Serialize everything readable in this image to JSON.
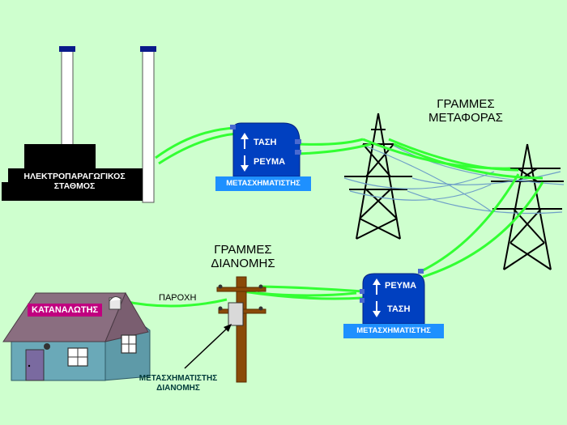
{
  "power_plant": {
    "line1": "ΗΛΕΚΤΡΟΠΑΡΑΓΩΓΙΚΟΣ",
    "line2": "ΣΤΑΘΜΟΣ"
  },
  "step_up_transformer": {
    "top_label": "ΤΑΣΗ",
    "bottom_label": "ΡΕΥΜΑ",
    "name": "ΜΕΤΑΣΧΗΜΑΤΙΣΤΗΣ"
  },
  "transmission_lines": {
    "line1": "ΓΡΑΜΜΕΣ",
    "line2": "ΜΕΤΑΦΟΡΑΣ"
  },
  "step_down_transformer": {
    "top_label": "ΡΕΥΜΑ",
    "bottom_label": "ΤΑΣΗ",
    "name": "ΜΕΤΑΣΧΗΜΑΤΙΣΤΗΣ"
  },
  "distribution_lines": {
    "line1": "ΓΡΑΜΜΕΣ",
    "line2": "ΔΙΑΝΟΜΗΣ"
  },
  "house": {
    "consumer": "ΚΑΤΑΝΑΛΩΤΗΣ",
    "supply": "ΠΑΡΟΧΗ"
  },
  "distribution_transformer": {
    "line1": "ΜΕΤΑΣΧΗΜΑΤΙΣΤΗΣ",
    "line2": "ΔΙΑΝΟΜΗΣ"
  },
  "colors": {
    "background": "#ceffce",
    "wire_green": "#33ff33",
    "wire_blue": "#6fa0c8",
    "transformer_blue": "#0040c0",
    "transformer_label_bg": "#1e90ff",
    "plant_black": "#000000",
    "house_wall": "#6aa9b8",
    "house_roof": "#8a6e80",
    "consumer_tag": "#c0007f",
    "pole_brown": "#8a4a08"
  },
  "icons": [
    "arrow-up-icon",
    "arrow-down-icon",
    "lattice-tower-icon",
    "chimney-icon",
    "utility-pole-icon",
    "house-icon"
  ]
}
